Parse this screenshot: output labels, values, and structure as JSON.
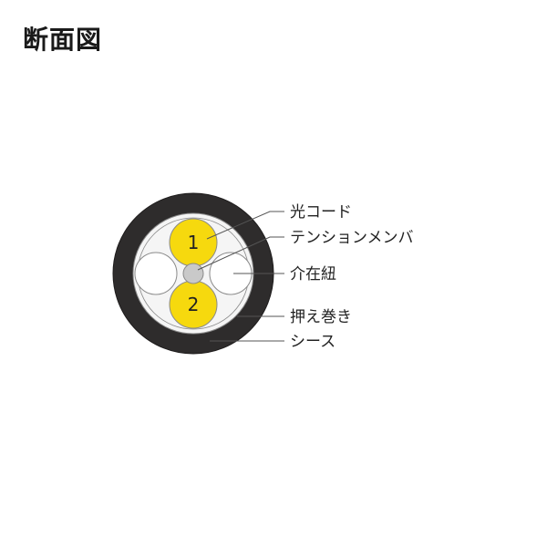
{
  "title": "断面図",
  "colors": {
    "sheath": "#2e2c2c",
    "sheath_edge": "#1e1c1c",
    "wrap": "#f5f5f5",
    "wrap_line": "#8a8a8a",
    "core": "#f6d90e",
    "core_edge": "#8a8a8a",
    "filler": "#ffffff",
    "tension_member": "#c9c9c9",
    "leader": "#555555"
  },
  "cores": [
    "1",
    "2"
  ],
  "labels": {
    "optical_cord": "光コード",
    "tension_member": "テンションメンバ",
    "filler": "介在紐",
    "wrapping_tape": "押え巻き",
    "sheath": "シース"
  }
}
